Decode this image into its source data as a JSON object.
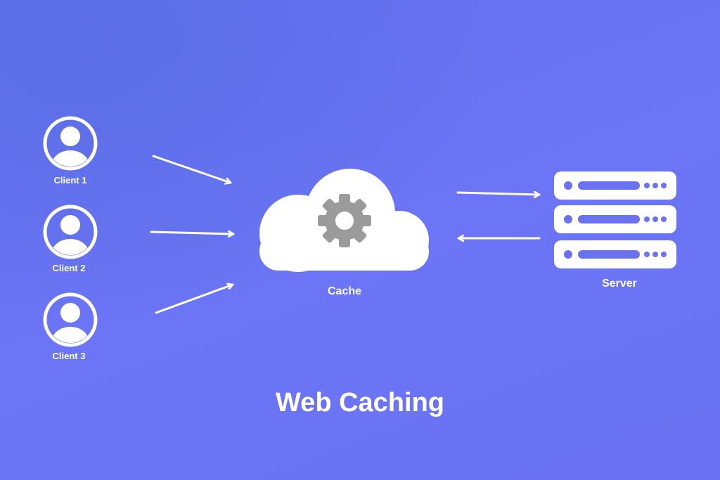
{
  "title": "Web Caching",
  "clients": [
    {
      "label": "Client  1",
      "icon": "user-icon"
    },
    {
      "label": "Client 2",
      "icon": "user-icon"
    },
    {
      "label": "Client 3",
      "icon": "user-icon"
    }
  ],
  "cache": {
    "label": "Cache",
    "icon": "gear-icon"
  },
  "server": {
    "label": "Server",
    "icon": "server-rack-icon"
  },
  "colors": {
    "background": "#6a72f2",
    "foreground": "#ffffff",
    "gear": "#9b9b9b"
  }
}
